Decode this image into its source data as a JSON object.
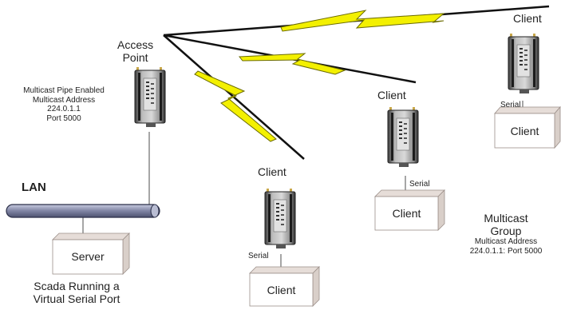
{
  "access_point": {
    "title_line1": "Access",
    "title_line2": "Point",
    "info": [
      "Multicast Pipe Enabled",
      "Multicast Address",
      "224.0.1.1",
      "Port 5000"
    ]
  },
  "lan": {
    "label": "LAN"
  },
  "server": {
    "box_label": "Server",
    "caption_line1": "Scada Running a",
    "caption_line2": "Virtual Serial Port"
  },
  "clients": [
    {
      "title": "Client",
      "serial": "Serial",
      "box_label": "Client"
    },
    {
      "title": "Client",
      "serial": "Serial",
      "box_label": "Client"
    },
    {
      "title": "Client",
      "serial": "Serial",
      "box_label": "Client"
    }
  ],
  "multicast_group": {
    "line1": "Multicast",
    "line2": "Group",
    "line3": "Multicast Address",
    "line4": "224.0.1.1: Port 5000"
  },
  "colors": {
    "lightning": "#f3f000",
    "box_front": "#ffffff",
    "box_side": "#d9cfc9",
    "box_top": "#e6ddd8",
    "device_body": "#9a9a9a",
    "lan_pipe": "#8a8ea8"
  },
  "icons": [
    "radio-device-icon",
    "computer-box-icon",
    "lightning-link-icon",
    "lan-pipe-icon"
  ]
}
